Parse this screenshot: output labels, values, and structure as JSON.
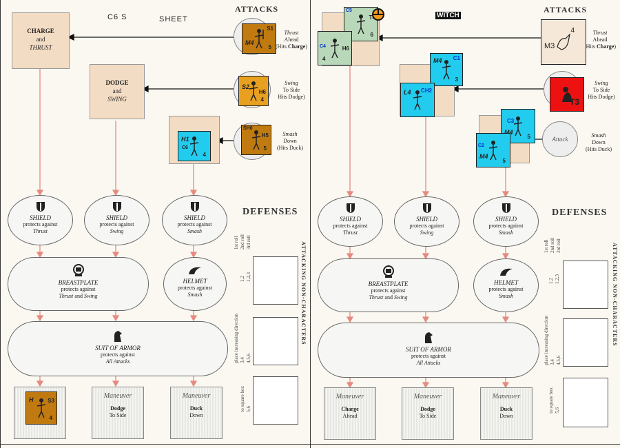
{
  "left": {
    "title": "C6  S",
    "title2": "SHEET",
    "attacks_heading": "ATTACKS",
    "defenses_heading": "DEFENSES",
    "side_heading": "ATTACKING NON-CHARACTERS",
    "boxes": {
      "charge": {
        "l1": "CHARGE",
        "l2": "and",
        "l3": "THRUST"
      },
      "dodge": {
        "l1": "DODGE",
        "l2": "and",
        "l3": "SWING"
      }
    },
    "attacks": [
      {
        "l1": "Thrust",
        "l2": "Ahead",
        "l3": "Hits ",
        "l3b": "Charge",
        "l3c": ")"
      },
      {
        "l1": "Swing",
        "l2": "To Side",
        "l3": "Hits Dodge)"
      },
      {
        "l1": "Smash",
        "l2": "Down",
        "l3": "(Hits Duck)"
      }
    ],
    "shields": [
      {
        "t": "SHIELD",
        "p": "protects against",
        "v": "Thrust"
      },
      {
        "t": "SHIELD",
        "p": "protects against",
        "v": "Swing"
      },
      {
        "t": "SHIELD",
        "p": "protects against",
        "v": "Smash"
      }
    ],
    "breastplate": {
      "t": "BREASTPLATE",
      "p": "protects against",
      "v1": "Thrust",
      "and": " and ",
      "v2": "Swing"
    },
    "helmet": {
      "t": "HELMET",
      "p": "protects against",
      "v": "Smash"
    },
    "suit": {
      "t": "SUIT OF ARMOR",
      "p": "protects against",
      "v": "All Attacks"
    },
    "maneuvers": [
      {
        "t": "Maneuver",
        "l1": "",
        "l2": ""
      },
      {
        "t": "Maneuver",
        "l1": "Dodge",
        "l2": "To Side"
      },
      {
        "t": "Maneuver",
        "l1": "Duck",
        "l2": "Down"
      }
    ],
    "rolls": {
      "r1": "1st roll",
      "r2": "2nd roll",
      "r3": "3rd roll",
      "a": "1,2",
      "b": "1,2,3",
      "c": "3,4",
      "d": "4,5,6",
      "e": "5,6",
      "place": "place increasing direction",
      "to": "to square box"
    },
    "counters": [
      {
        "a": "",
        "b": "S1",
        "c": "M4",
        "d": "5",
        "color": "#c07a10"
      },
      {
        "a": "",
        "b": "",
        "c": "S2",
        "c2": "H6",
        "d": "4",
        "color": "#e8a020"
      },
      {
        "a": "SH0",
        "b": "",
        "c": "H5",
        "d": "5",
        "color": "#c07a10"
      },
      {
        "a": "",
        "b": "",
        "c": "H1",
        "d": "4",
        "sub": "C6",
        "color": "#22ccee"
      },
      {
        "a": "H",
        "b": "S3",
        "c": "",
        "d": "4",
        "color": "#c07a10"
      }
    ]
  },
  "right": {
    "title": "WITCH",
    "attacks_heading": "ATTACKS",
    "defenses_heading": "DEFENSES",
    "side_heading": "ATTACKING NON-CHARACTERS",
    "attacks": [
      {
        "l1": "Thrust",
        "l2": "Ahead",
        "l3": "Hits ",
        "l3b": "Charge",
        "l3c": ")"
      },
      {
        "l1": "Swing",
        "l2": "To Side",
        "l3": "Hits Dodge)"
      },
      {
        "l1": "Smash",
        "l2": "Down",
        "l3": "(Hits Duck)"
      }
    ],
    "attack_circle_label": "Attack",
    "shields": [
      {
        "t": "SHIELD",
        "p": "protects against",
        "v": "Thrust"
      },
      {
        "t": "SHIELD",
        "p": "protects against",
        "v": "Swing"
      },
      {
        "t": "SHIELD",
        "p": "protects against",
        "v": "Smash"
      }
    ],
    "breastplate": {
      "t": "BREASTPLATE",
      "p": "protects against",
      "v1": "Thrust",
      "and": " and ",
      "v2": "Swing"
    },
    "helmet": {
      "t": "HELMET",
      "p": "protects against",
      "v": "Smash"
    },
    "suit": {
      "t": "SUIT OF ARMOR",
      "p": "protects against",
      "v": "All Attacks"
    },
    "maneuvers": [
      {
        "t": "Maneuver",
        "l1": "Charge",
        "l2": "Ahead"
      },
      {
        "t": "Maneuver",
        "l1": "Dodge",
        "l2": "To Side"
      },
      {
        "t": "Maneuver",
        "l1": "Duck",
        "l2": "Down"
      }
    ],
    "rolls": {
      "r1": "1st roll",
      "r2": "2nd roll",
      "r3": "3rd roll",
      "a": "1,2",
      "b": "1,2,3",
      "c": "3,4",
      "d": "4,5,6",
      "e": "5,6",
      "place": "place increasing direction",
      "to": "to square box"
    },
    "counters": [
      {
        "a": "C5",
        "b": "T4",
        "c": "",
        "d": "6",
        "color": "#b9d8b9"
      },
      {
        "a": "C4",
        "b": "",
        "c": "H6",
        "d": "4",
        "color": "#b9d8b9"
      },
      {
        "a": "",
        "b": "4",
        "c": "M3",
        "d": "",
        "color": "#f6e8d8"
      },
      {
        "a": "",
        "b": "C1",
        "c": "M4",
        "d": "3",
        "color": "#22ccee"
      },
      {
        "a": "",
        "b": "CH2",
        "c": "L4",
        "d": "",
        "color": "#22ccee"
      },
      {
        "a": "",
        "b": "",
        "c": "T3",
        "d": "",
        "color": "#ee1111"
      },
      {
        "a": "",
        "b": "C3",
        "c": "M4",
        "d": "5",
        "color": "#22ccee"
      },
      {
        "a": "C2",
        "b": "",
        "c": "M4",
        "d": "5",
        "color": "#22ccee"
      }
    ]
  },
  "colors": {
    "flow_arrow": "#e58a80",
    "attack_arrow": "#111111",
    "panel": "#f3dcc4",
    "chit_blue": "#22ccee",
    "chit_orange": "#c07a10",
    "chit_red": "#ee1111",
    "chit_green": "#b9d8b9"
  }
}
